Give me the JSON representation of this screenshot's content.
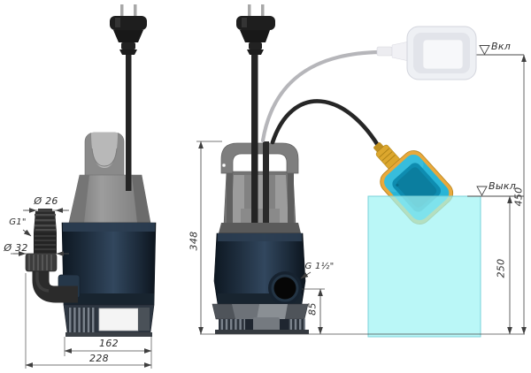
{
  "labels": {
    "hose_tip_diameter": "Ø 26",
    "hose_thread": "G1\"",
    "hose_nut_diameter": "Ø 32",
    "base_width_inner": "162",
    "base_width_outer": "228",
    "pump_height": "348",
    "outlet_thread": "G 1½\"",
    "outlet_height": "85",
    "level_on": "Вкл",
    "level_off": "Выкл",
    "level_on_height": "450",
    "level_off_height": "250"
  },
  "icons": {
    "level_mark": "open-triangle-down"
  },
  "colors": {
    "pump_body_navy": "#1d2c3c",
    "pump_top_gray": "#8d8d8d",
    "water_fill": "#9ff4f4",
    "water_edge": "#7ad2d8",
    "float_body": "#29b5d6",
    "float_rim": "#e9a93c",
    "float_gland": "#dca72e",
    "cable_black": "#262626",
    "cable_gray": "#b6b6ba",
    "dim_lines": "#3f3f3f"
  }
}
